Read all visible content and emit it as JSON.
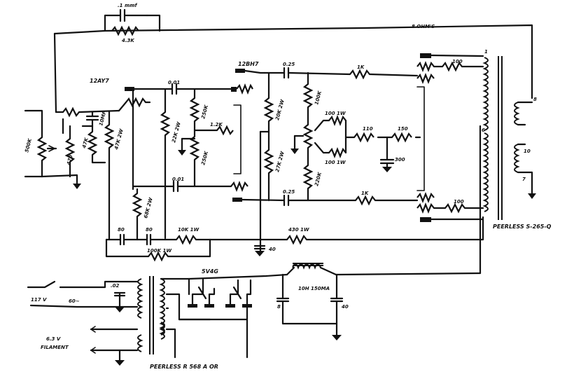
{
  "labels": {
    "cap_top": ".1 mmf",
    "res_top": "4.3K",
    "label_8ohm": "8 OHM'S",
    "tube_12ay7": "12AY7",
    "tube_12bh7": "12BH7",
    "cap_01_top": "0.01",
    "cap_025_top": "0.25",
    "res_1k_top": "1K",
    "res_100_top": "100",
    "pot_100k": "500K",
    "res_47k": "47K",
    "res_470": "470",
    "cap_10mf": "10MF",
    "res_47k_2w": "47K 2W",
    "res_22k": "22K 2W",
    "res_250k_a": "250K",
    "res_1_2k": "1.2K",
    "res_250k_b": "250K",
    "cap_01_mid": "0.01",
    "res_68k": "68K 2W",
    "res_20k": "20K 2W",
    "res_27k": "27K 2W",
    "res_100k": "100K",
    "res_100_1w_a": "100 1W",
    "res_100_1w_b": "100 1W",
    "res_110": "110",
    "res_150": "150",
    "cap_300": "300",
    "res_220k": "220K",
    "cap_025_bot": "0.25",
    "res_1k_bot": "1K",
    "res_100_bot": "100",
    "cap_80a": "80",
    "cap_80b": "80",
    "res_10k_1w": "10K 1W",
    "res_430_1w": "430 1W",
    "cap_40": "40",
    "res_100k_1w": "100K 1W",
    "ot_label": "PEERLESS S-265-Q",
    "ot_pin_1": "1",
    "ot_pin_6": "6",
    "ot_pin_8": "8",
    "ot_pin_10": "10",
    "ot_pin_7": "7",
    "rect_tube": "5V4G",
    "choke_label": "10H 150MA",
    "cap_8": "8",
    "cap_40b": "40",
    "cap_02": ".02",
    "mains_v": "117 V",
    "mains_hz": "60~",
    "filament_v": "6.3 V",
    "filament_lbl": "FILAMENT",
    "pt_label": "PEERLESS R 568 A OR"
  }
}
